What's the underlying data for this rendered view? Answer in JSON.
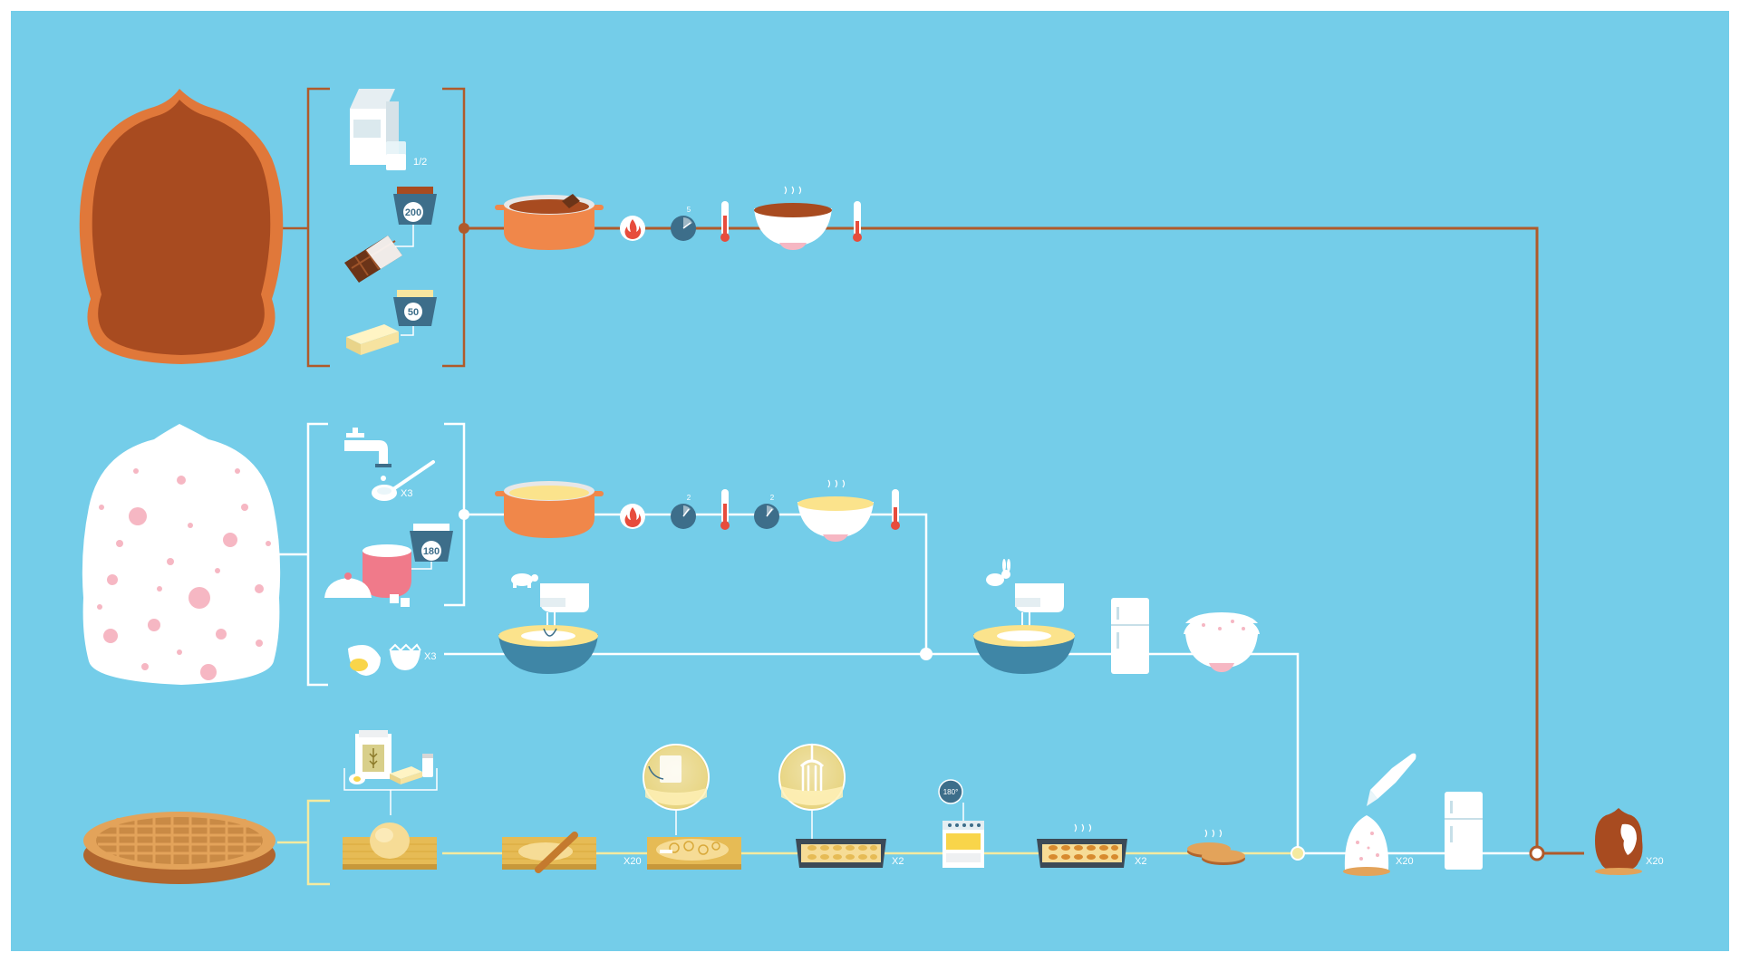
{
  "colors": {
    "background": "#74cde9",
    "frame": "#ffffff",
    "chocolate_line": "#b05a2a",
    "meringue_line": "#ffffff",
    "biscuit_line": "#f4eaa0",
    "pot": "#f0874a",
    "bowl_blue": "#3f86a6"
  },
  "rows": {
    "chocolate": {
      "component_icon": "chocolate-dome-icon",
      "milk_fraction": "1/2",
      "chocolate_weight": "200",
      "butter_weight": "50",
      "timer_minutes": "5"
    },
    "meringue": {
      "component_icon": "meringue-dome-icon",
      "spoon_multiplier": "X3",
      "sugar_weight": "180",
      "egg_multiplier": "X3",
      "timer_1_minutes": "2",
      "timer_2_minutes": "2"
    },
    "biscuit": {
      "component_icon": "waffle-biscuit-icon",
      "cutter_multiplier": "X20",
      "tray_1_multiplier": "X2",
      "oven_temperature": "180°",
      "tray_2_multiplier": "X2"
    },
    "assembly": {
      "piping_multiplier": "X20",
      "final_multiplier": "X20"
    }
  }
}
